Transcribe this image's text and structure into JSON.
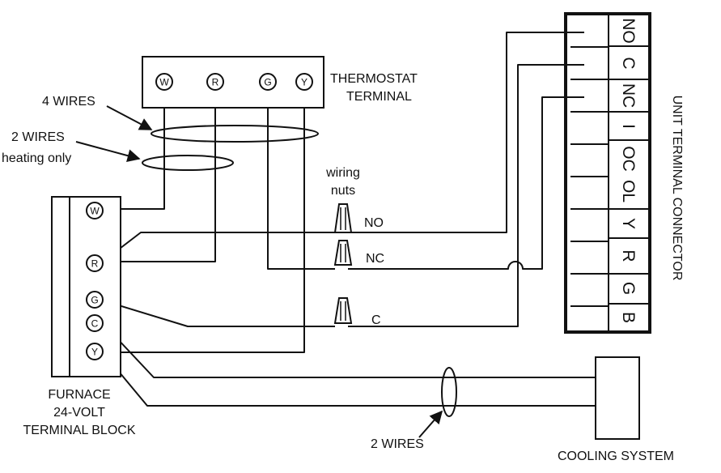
{
  "thermostat": {
    "label_line1": "THERMOSTAT",
    "label_line2": "TERMINAL",
    "terminals": [
      "W",
      "R",
      "G",
      "Y"
    ]
  },
  "furnace": {
    "label_line1": "FURNACE",
    "label_line2": "24-VOLT",
    "label_line3": "TERMINAL BLOCK",
    "terminals": [
      "W",
      "R",
      "G",
      "C",
      "Y"
    ]
  },
  "unit_connector": {
    "label": "UNIT TERMINAL CONNECTOR",
    "terminals": [
      "NO",
      "C",
      "NC",
      "I",
      "OC",
      "OL",
      "Y",
      "R",
      "G",
      "B"
    ]
  },
  "annotations": {
    "four_wires": "4 WIRES",
    "two_wires": "2 WIRES",
    "heating_only": "heating only",
    "wiring_line1": "wiring",
    "wiring_line2": "nuts",
    "two_wires_bottom": "2 WIRES"
  },
  "wire_labels": {
    "no": "NO",
    "nc": "NC",
    "c": "C"
  },
  "cooling": {
    "label": "COOLING SYSTEM"
  }
}
